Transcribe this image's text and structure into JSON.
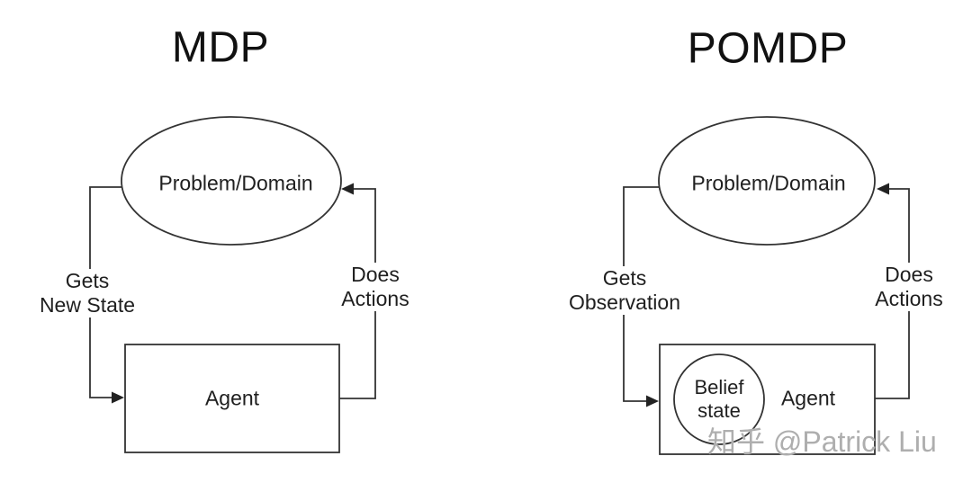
{
  "page": {
    "background": "#ffffff",
    "stroke_color": "#333333",
    "text_color": "#1f1f1f",
    "watermark_color": "#aeaeae"
  },
  "diagrams": [
    {
      "title": "MDP",
      "domain_label": "Problem/Domain",
      "agent_label": "Agent",
      "input_label": [
        "Gets",
        "New State"
      ],
      "output_label": [
        "Does",
        "Actions"
      ]
    },
    {
      "title": "POMDP",
      "domain_label": "Problem/Domain",
      "agent_label": "Agent",
      "belief_label": [
        "Belief",
        "state"
      ],
      "input_label": [
        "Gets",
        "Observation"
      ],
      "output_label": [
        "Does",
        "Actions"
      ]
    }
  ],
  "watermark": "知乎 @Patrick Liu"
}
